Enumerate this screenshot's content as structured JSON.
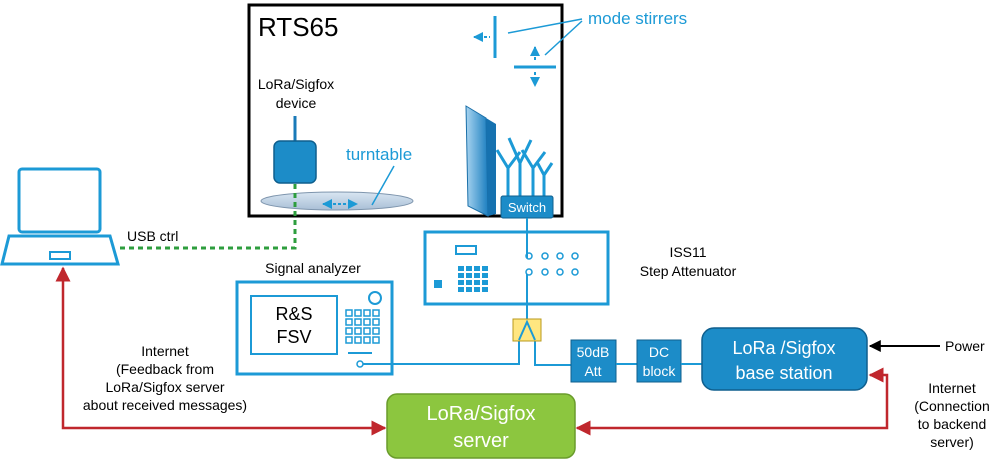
{
  "chamber": {
    "title": "RTS65",
    "mode_stirrers_label": "mode stirrers",
    "device_label_line1": "LoRa/Sigfox",
    "device_label_line2": "device",
    "turntable_label": "turntable",
    "switch_label": "Switch"
  },
  "attenuator": {
    "label_line1": "ISS11",
    "label_line2": "Step Attenuator"
  },
  "signal_analyzer": {
    "title": "Signal analyzer",
    "screen_line1": "R&S",
    "screen_line2": "FSV"
  },
  "laptop": {
    "usb_label": "USB ctrl"
  },
  "chain": {
    "att_line1": "50dB",
    "att_line2": "Att",
    "dc_line1": "DC",
    "dc_line2": "block",
    "base_station_line1": "LoRa /Sigfox",
    "base_station_line2": "base station",
    "power_label": "Power"
  },
  "server": {
    "line1": "LoRa/Sigfox",
    "line2": "server"
  },
  "internet_left": {
    "line1": "Internet",
    "line2": "(Feedback from",
    "line3": "LoRa/Sigfox server",
    "line4": "about received messages)"
  },
  "internet_right": {
    "line1": "Internet",
    "line2": "(Connection",
    "line3": "to backend",
    "line4": "server)"
  },
  "colors": {
    "blue": "#1c9ad6",
    "dark_blue": "#1a7ab8",
    "green_dash": "#2e9e3e",
    "red": "#c0272d",
    "server_green": "#8cc63f",
    "splitter_yellow": "#ffe680"
  }
}
